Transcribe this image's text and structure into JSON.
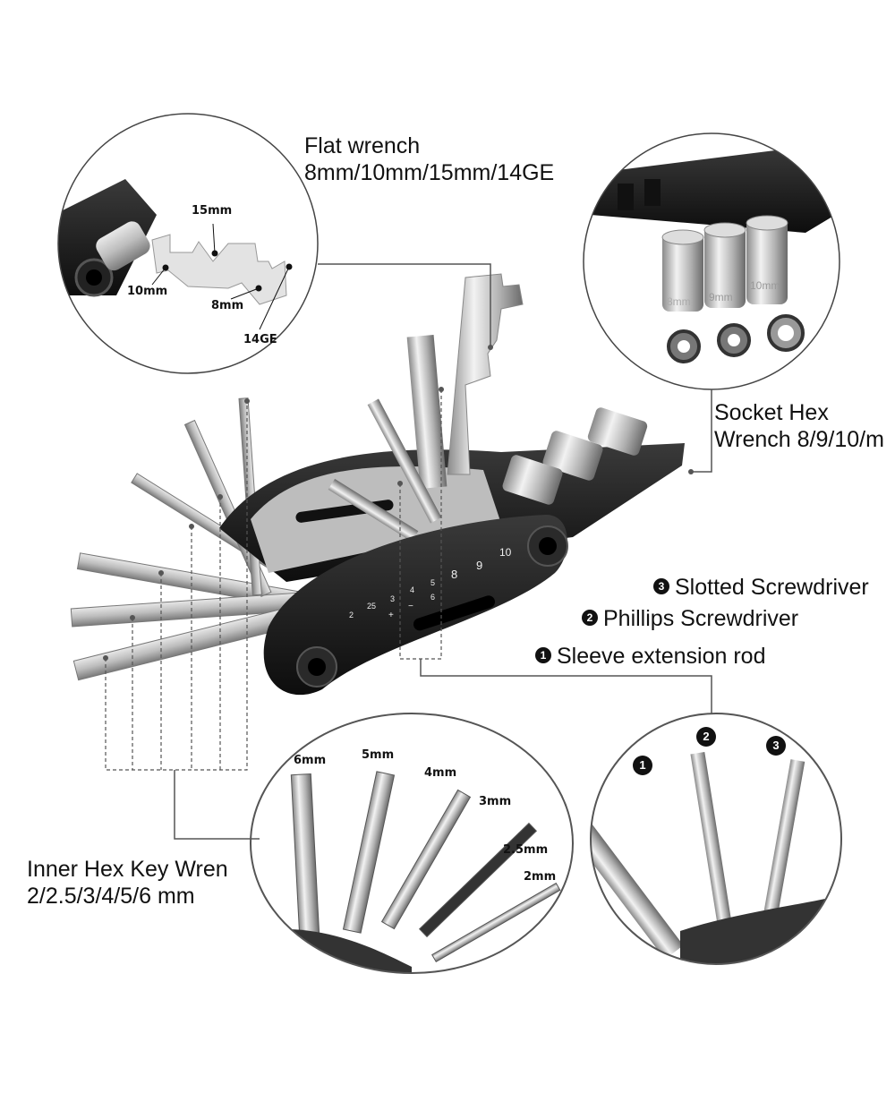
{
  "callouts": {
    "flat_wrench": {
      "title": "Flat wrench",
      "sizes": "8mm/10mm/15mm/14GE",
      "detail_labels": [
        "15mm",
        "10mm",
        "8mm",
        "14GE"
      ]
    },
    "socket_hex": {
      "title": "Socket Hex",
      "sizes": "Wrench 8/9/10/m",
      "socket_engravings": [
        "8mm",
        "9mm",
        "10mm"
      ]
    },
    "screwdrivers": {
      "items": [
        {
          "badge": "3",
          "label": "Slotted Screwdriver"
        },
        {
          "badge": "2",
          "label": "Phillips Screwdriver"
        },
        {
          "badge": "1",
          "label": "Sleeve extension rod"
        }
      ],
      "detail_badges": [
        "1",
        "2",
        "3"
      ]
    },
    "hex_key": {
      "title": "Inner Hex Key Wren",
      "sizes": "2/2.5/3/4/5/6 mm",
      "detail_labels": [
        "6mm",
        "5mm",
        "4mm",
        "3mm",
        "2.5mm",
        "2mm"
      ]
    }
  },
  "tool_body": {
    "markings": [
      "2",
      "25",
      "3",
      "+",
      "4",
      "−",
      "5",
      "6",
      "8",
      "9",
      "10"
    ]
  },
  "colors": {
    "body": "#1a1a1a",
    "metal": "#c8c8c8",
    "line": "#555555"
  }
}
